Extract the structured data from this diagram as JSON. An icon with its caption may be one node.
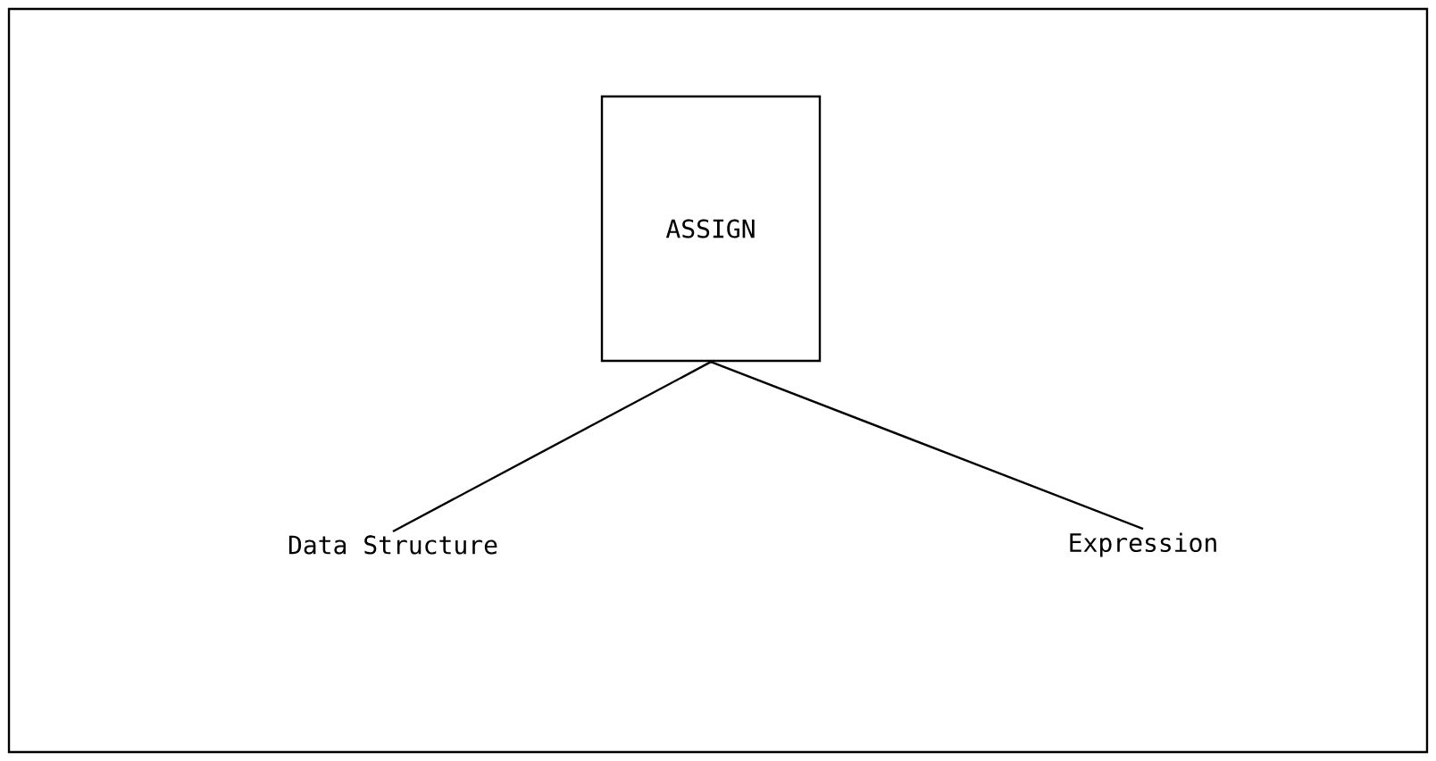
{
  "diagram": {
    "nodes": [
      {
        "text": [
          "ASSIGN"
        ]
      },
      {
        "text": [
          "Data Structure"
        ]
      },
      {
        "text": [
          "Expression"
        ]
      }
    ],
    "edges": [
      {
        "from": 0,
        "to": 1,
        "arrow": "none"
      },
      {
        "from": 0,
        "to": 2,
        "arrow": "none"
      }
    ]
  }
}
